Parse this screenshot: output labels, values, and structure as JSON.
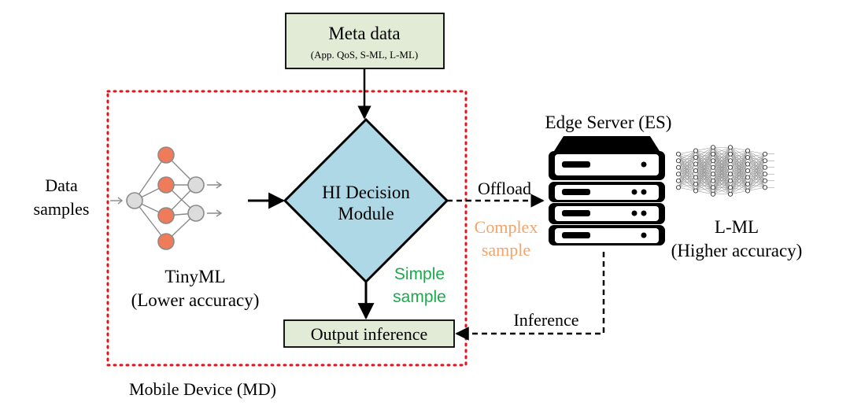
{
  "meta": {
    "title": "Meta data",
    "subtitle": "(App. QoS, S-ML, L-ML)"
  },
  "inputs": {
    "line1": "Data",
    "line2": "samples"
  },
  "tinyml": {
    "title": "TinyML",
    "subtitle": "(Lower accuracy)"
  },
  "decision": {
    "line1": "HI Decision",
    "line2": "Module"
  },
  "output": {
    "label": "Output inference"
  },
  "mobile_device": {
    "label": "Mobile Device (MD)"
  },
  "edge_server": {
    "label": "Edge Server (ES)"
  },
  "lml": {
    "title": "L-ML",
    "subtitle": "(Higher accuracy)"
  },
  "flows": {
    "offload": "Offload",
    "complex_line1": "Complex",
    "complex_line2": "sample",
    "simple_line1": "Simple",
    "simple_line2": "sample",
    "inference": "Inference"
  },
  "colors": {
    "box_fill": "#e2ebd5",
    "diamond_fill": "#aed8e6",
    "complex_text": "#f4a46b",
    "simple_text": "#1aaa4c",
    "boundary": "#e8111a",
    "neuron_orange": "#f07b5a",
    "neuron_gray": "#dcdcdc"
  }
}
